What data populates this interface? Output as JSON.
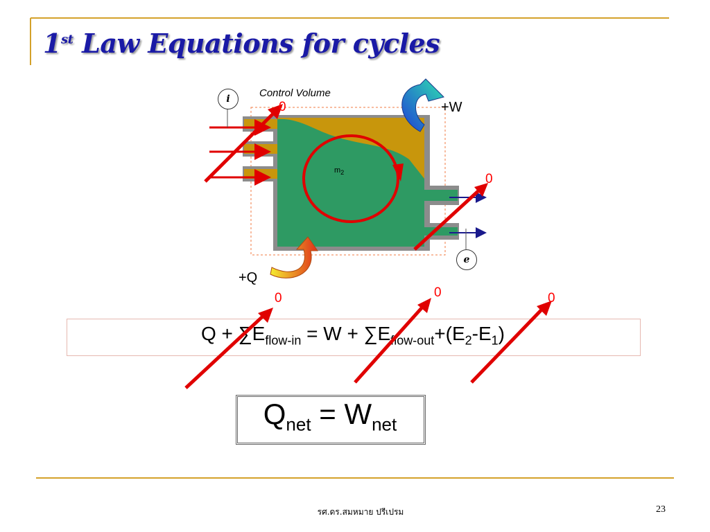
{
  "slide": {
    "title_number": "1",
    "title_superscript": "st",
    "title_text": " Law Equations for cycles",
    "footer_text": "รศ.ดร.สมหมาย ปรีเปรม",
    "page_number": "23"
  },
  "diagram": {
    "control_volume_label": "Control Volume",
    "inlet_label": "i",
    "exit_label": "e",
    "mass_label": "m",
    "mass_subscript": "2",
    "work_label": "+W",
    "heat_label": "+Q",
    "zero_inlet": "0",
    "zero_outlet": "0"
  },
  "equation": {
    "lhs_q": "Q + ∑E",
    "flow_in_sub": "flow-in",
    "equals_w": "  = W + ∑E",
    "flow_out_sub": "flow-out",
    "plus_paren": "+(E",
    "sub_2": "2",
    "minus_e": "-E",
    "sub_1": "1",
    "close_paren": ")",
    "zero_flow_in": "0",
    "zero_flow_out": "0",
    "zero_energy_change": "0"
  },
  "result": {
    "q": "Q",
    "q_sub": "net",
    "equals_w": " = W",
    "w_sub": "net"
  },
  "colors": {
    "title": "#1a1aa6",
    "rule": "#d4a12a",
    "cancel_arrow": "#e00000",
    "fluid": "#2e9a63",
    "vessel": "#c8960c"
  }
}
